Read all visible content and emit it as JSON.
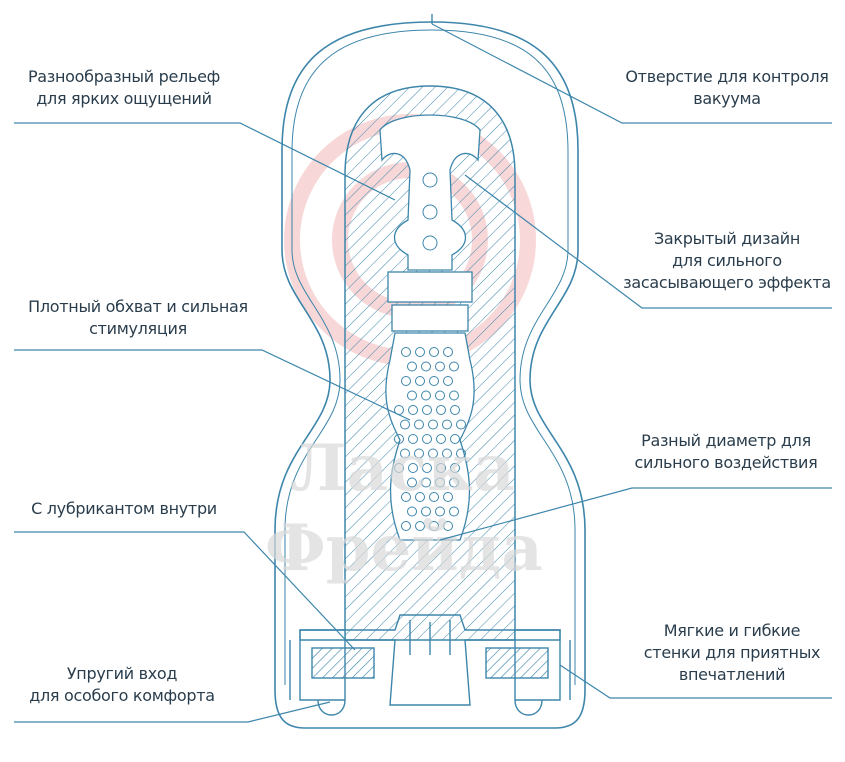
{
  "callouts": {
    "left": [
      {
        "lines": [
          "Разнообразный рельеф",
          "для ярких ощущений"
        ]
      },
      {
        "lines": [
          "Плотный обхват и сильная",
          "стимуляция"
        ]
      },
      {
        "lines": [
          "С лубрикантом внутри"
        ]
      },
      {
        "lines": [
          "Упругий вход",
          "для особого комфорта"
        ]
      }
    ],
    "right": [
      {
        "lines": [
          "Отверстие для контроля",
          "вакуума"
        ]
      },
      {
        "lines": [
          "Закрытый дизайн",
          "для сильного",
          "засасывающего эффекта"
        ]
      },
      {
        "lines": [
          "Разный диаметр для",
          "сильного воздействия"
        ]
      },
      {
        "lines": [
          "Мягкие и гибкие",
          "стенки для приятных",
          "впечатлений"
        ]
      }
    ]
  },
  "watermark": {
    "lines": [
      "Ласка",
      "Фрейда"
    ]
  },
  "colors": {
    "line": "#3d86ab",
    "text": "#2a3d4c",
    "watermark_logo": "#f2c9c9",
    "watermark_text": "#e3e3e3"
  }
}
